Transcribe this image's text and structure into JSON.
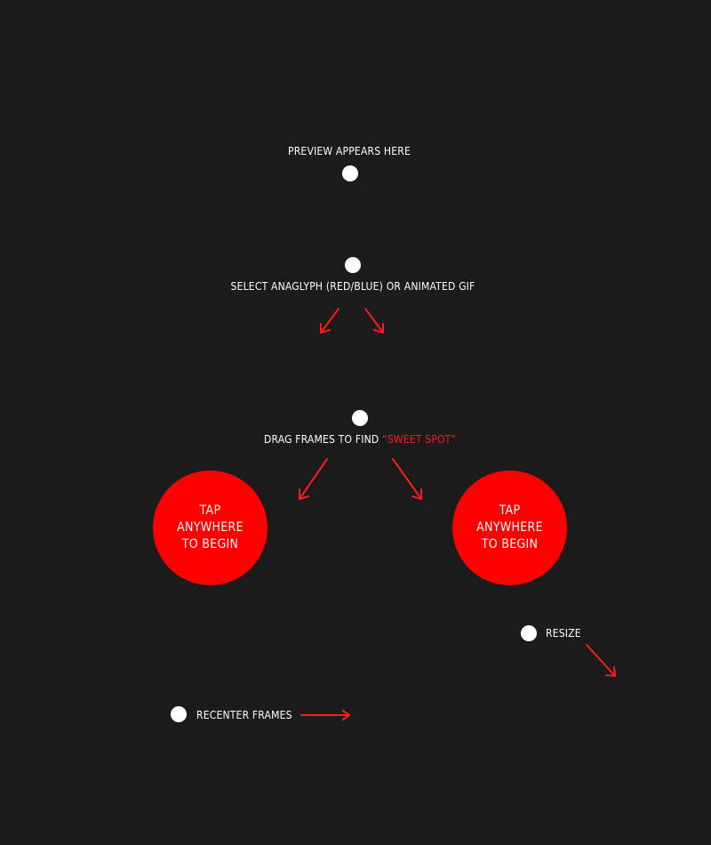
{
  "preview": {
    "label": "PREVIEW APPEARS HERE"
  },
  "mode_select": {
    "label": "SELECT ANAGLYPH (RED/BLUE) OR ANIMATED GIF"
  },
  "drag_frames": {
    "label_prefix": "DRAG FRAMES TO FIND ",
    "label_accent": "“SWEET SPOT”"
  },
  "frames": [
    {
      "lines": [
        "TAP",
        "ANYWHERE",
        "TO BEGIN"
      ]
    },
    {
      "lines": [
        "TAP",
        "ANYWHERE",
        "TO BEGIN"
      ]
    }
  ],
  "resize": {
    "label": "RESIZE"
  },
  "recenter": {
    "label": "RECENTER FRAMES"
  },
  "colors": {
    "background": "#1b1b1b",
    "accent": "#ff0000",
    "text": "#ffffff"
  }
}
